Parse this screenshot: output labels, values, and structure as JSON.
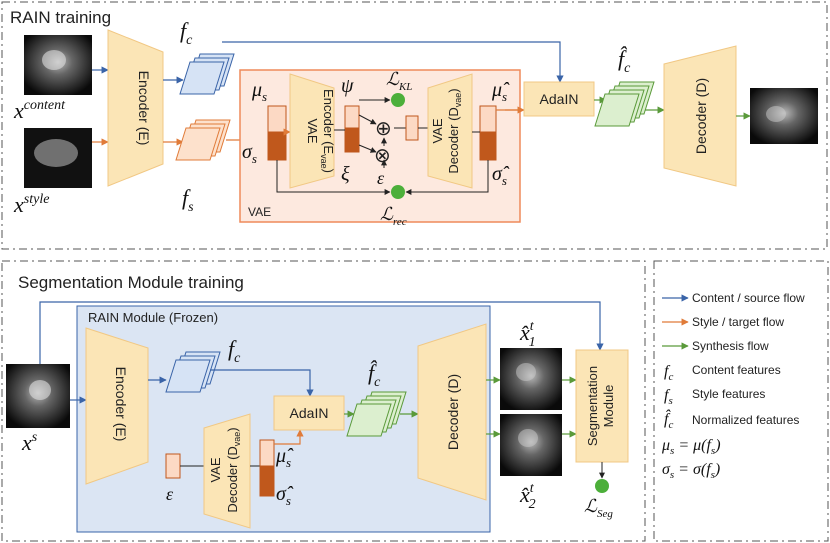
{
  "sections": {
    "rain_training": "RAIN training",
    "segmentation_training": "Segmentation Module training"
  },
  "top": {
    "x_content": "x",
    "x_content_sup": "content",
    "x_style": "x",
    "x_style_sup": "style",
    "encoder": "Encoder (E)",
    "f_c": "f",
    "f_c_sub": "c",
    "f_s": "f",
    "f_s_sub": "s",
    "vae_box": "VAE",
    "mu_s": "μ",
    "mu_s_sub": "s",
    "sigma_s": "σ",
    "sigma_s_sub": "s",
    "vae_encoder_1": "VAE",
    "vae_encoder_2": "Encoder (E",
    "vae_encoder_sub": "vae",
    "vae_encoder_close": ")",
    "psi": "ψ",
    "xi": "ξ",
    "epsilon": "ε",
    "plus": "⊕",
    "times": "⊗",
    "loss_kl": "ℒ",
    "loss_kl_sub": "KL",
    "loss_rec": "ℒ",
    "loss_rec_sub": "rec",
    "vae_decoder_1": "VAE",
    "vae_decoder_2": "Decoder (D",
    "vae_decoder_sub": "vae",
    "vae_decoder_close": ")",
    "mu_hat": "μ̂",
    "mu_hat_sub": "s",
    "sigma_hat": "σ̂",
    "sigma_hat_sub": "s",
    "adain": "AdaIN",
    "f_c_hat": "f̂",
    "f_c_hat_sub": "c",
    "decoder": "Decoder (D)"
  },
  "bottom": {
    "rain_module": "RAIN Module (Frozen)",
    "x_s": "x",
    "x_s_sup": "s",
    "encoder": "Encoder (E)",
    "f_c": "f",
    "f_c_sub": "c",
    "epsilon": "ε",
    "vae_decoder_1": "VAE",
    "vae_decoder_2": "Decoder (D",
    "vae_decoder_sub": "vae",
    "vae_decoder_close": ")",
    "mu_hat": "μ̂",
    "mu_hat_sub": "s",
    "sigma_hat": "σ̂",
    "sigma_hat_sub": "s",
    "adain": "AdaIN",
    "f_c_hat": "f̂",
    "f_c_hat_sub": "c",
    "decoder": "Decoder (D)",
    "x1": "x̂",
    "x1_sub": "1",
    "x1_sup": "t",
    "x2": "x̂",
    "x2_sub": "2",
    "x2_sup": "t",
    "seg_module_1": "Segmentation",
    "seg_module_2": "Module",
    "loss_seg": "ℒ",
    "loss_seg_sub": "Seg"
  },
  "legend": {
    "content_flow": "Content / source flow",
    "style_flow": "Style / target flow",
    "synthesis_flow": "Synthesis flow",
    "fc_sym": "f",
    "fc_sub": "c",
    "fc_desc": "Content features",
    "fs_sym": "f",
    "fs_sub": "s",
    "fs_desc": "Style features",
    "fch_sym": "f̂",
    "fch_sub": "c",
    "fch_desc": "Normalized features",
    "mu_eq": "μ",
    "mu_eq_sub": "s",
    "mu_eq_rhs": " = μ(f",
    "mu_eq_rhs_sub": "s",
    "mu_eq_end": ")",
    "sigma_eq": "σ",
    "sigma_eq_sub": "s",
    "sigma_eq_rhs": " = σ(f",
    "sigma_eq_rhs_sub": "s",
    "sigma_eq_end": ")"
  },
  "colors": {
    "content_flow": "#3a64a8",
    "style_flow": "#e07b39",
    "synthesis_flow": "#5a9a3a",
    "encoder_fill": "#fbe5b6",
    "vae_box_fill": "#fde9df",
    "vae_box_stroke": "#ef8a5a",
    "rain_module_fill": "#dbe5f3",
    "loss_green": "#4caf3a",
    "stat_dark": "#c0581c",
    "stat_light": "#fcd9c4"
  }
}
